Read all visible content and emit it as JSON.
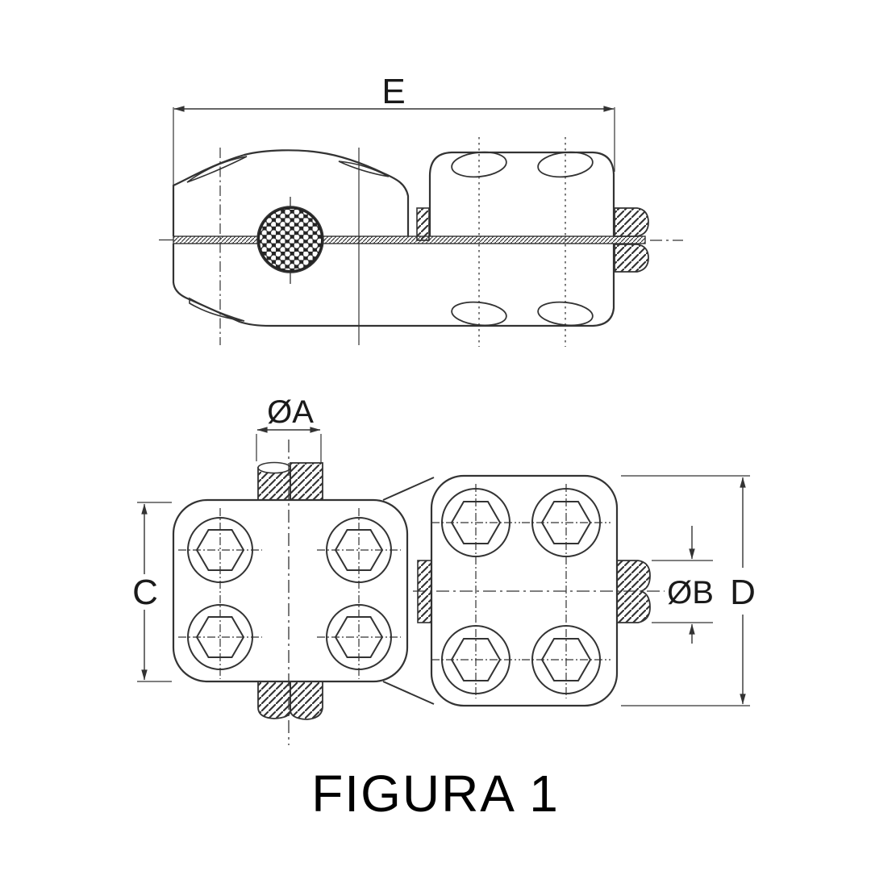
{
  "drawing": {
    "caption": "FIGURA 1",
    "colors": {
      "background": "#ffffff",
      "line": "#333333",
      "text": "#1a1a1a"
    },
    "views": {
      "side_view": {
        "description": "parallel groove clamp side section view",
        "dimensions": {
          "overall_length": "E"
        }
      },
      "front_view": {
        "description": "parallel groove clamp front view with four hex bolts per body",
        "dimensions": {
          "cable_diameter": "ØA",
          "bolt_diameter": "ØB",
          "clamp_body_height": "C",
          "overall_height": "D"
        }
      }
    }
  }
}
